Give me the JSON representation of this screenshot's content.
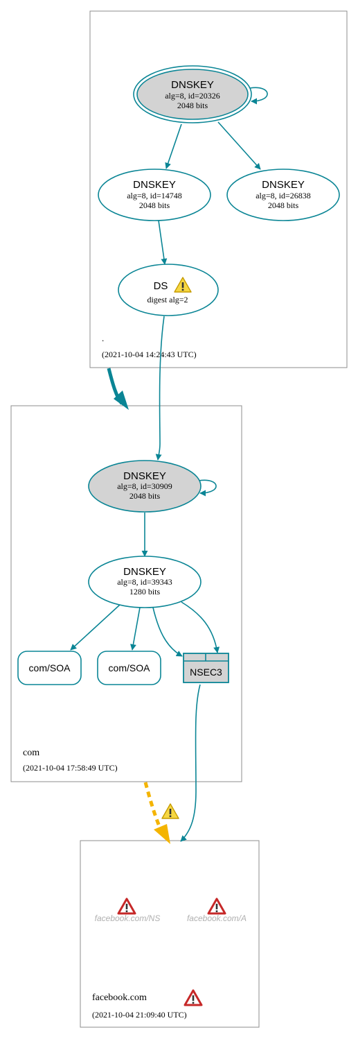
{
  "colors": {
    "edge": "#0a8595",
    "ksk_fill": "#d3d3d3",
    "warning_yellow": "#f4b400",
    "error_red": "#d22f2f",
    "zone_border": "#8c8c8c",
    "grey_text": "#b0b0b0"
  },
  "zones": {
    "root": {
      "name": ".",
      "timestamp": "(2021-10-04 14:24:43 UTC)"
    },
    "com": {
      "name": "com",
      "timestamp": "(2021-10-04 17:58:49 UTC)"
    },
    "facebook": {
      "name": "facebook.com",
      "timestamp": "(2021-10-04 21:09:40 UTC)"
    }
  },
  "nodes": {
    "root_ksk": {
      "type": "DNSKEY",
      "detail": "alg=8, id=20326",
      "bits": "2048 bits"
    },
    "root_zsk1": {
      "type": "DNSKEY",
      "detail": "alg=8, id=14748",
      "bits": "2048 bits"
    },
    "root_zsk2": {
      "type": "DNSKEY",
      "detail": "alg=8, id=26838",
      "bits": "2048 bits"
    },
    "root_ds": {
      "type": "DS",
      "detail": "digest alg=2",
      "icon": "warning-icon"
    },
    "com_ksk": {
      "type": "DNSKEY",
      "detail": "alg=8, id=30909",
      "bits": "2048 bits"
    },
    "com_zsk": {
      "type": "DNSKEY",
      "detail": "alg=8, id=39343",
      "bits": "1280 bits"
    },
    "com_soa1": {
      "label": "com/SOA"
    },
    "com_soa2": {
      "label": "com/SOA"
    },
    "com_nsec3": {
      "label": "NSEC3"
    },
    "fb_ns": {
      "label": "facebook.com/NS",
      "icon": "error-icon"
    },
    "fb_a": {
      "label": "facebook.com/A",
      "icon": "error-icon"
    }
  }
}
